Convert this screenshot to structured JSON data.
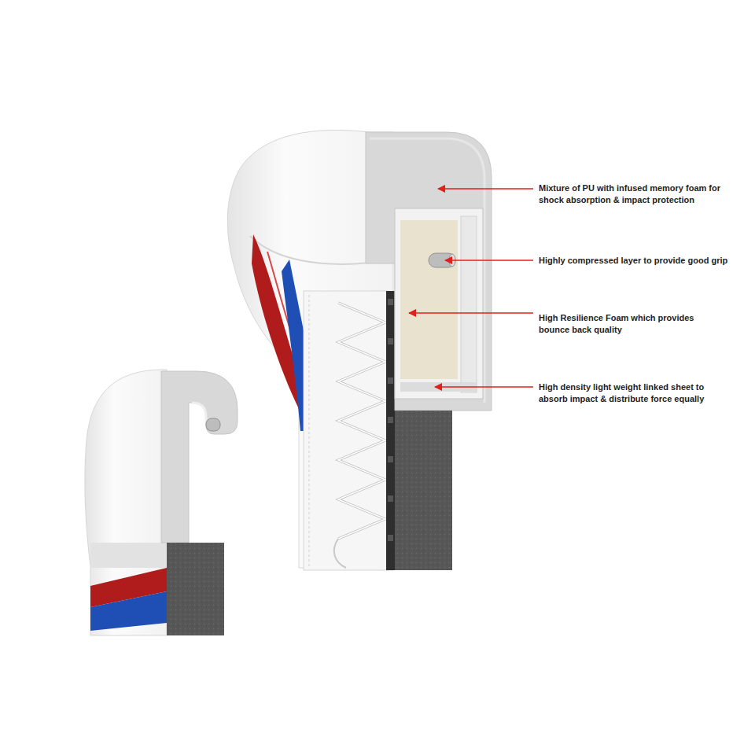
{
  "diagram": {
    "labels": [
      "Mixture of PU with infused memory foam for shock absorption & impact protection",
      "Highly compressed layer to provide good grip",
      "High Resilience Foam which provides bounce back quality",
      "High density light weight linked sheet to absorb impact & distribute force equally"
    ]
  }
}
